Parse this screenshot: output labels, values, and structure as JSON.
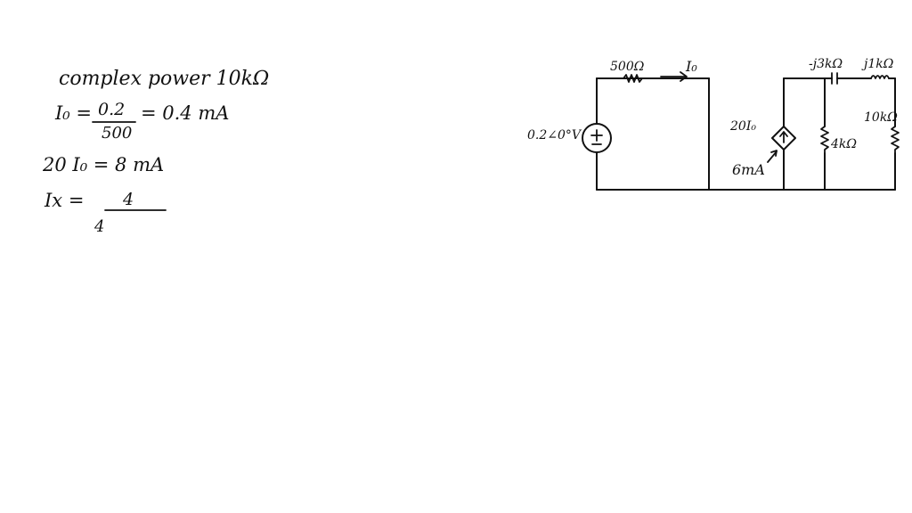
{
  "colors": {
    "background": "#ffffff",
    "ink": "#111111"
  },
  "notes": {
    "heading": "complex power 10kΩ",
    "line1_lhs": "I₀ =",
    "line1_num": "0.2",
    "line1_den": "500",
    "line1_rhs": "= 0.4 mA",
    "line2": "20 I₀ = 8 mA",
    "line3_lhs": "Ix =",
    "line3_num": "4",
    "line3_den": "4"
  },
  "circuit": {
    "source_label": "0.2∠0°V",
    "r500_label": "500Ω",
    "current_label": "I₀",
    "dep_source_label": "20I₀",
    "dep_source_value": "6mA",
    "r4k_label": "4kΩ",
    "cap_label": "-j3kΩ",
    "ind_label": "j1kΩ",
    "r10k_label": "10kΩ",
    "source_icon": "ac-voltage-source-icon",
    "dep_icon": "dependent-current-source-icon"
  }
}
